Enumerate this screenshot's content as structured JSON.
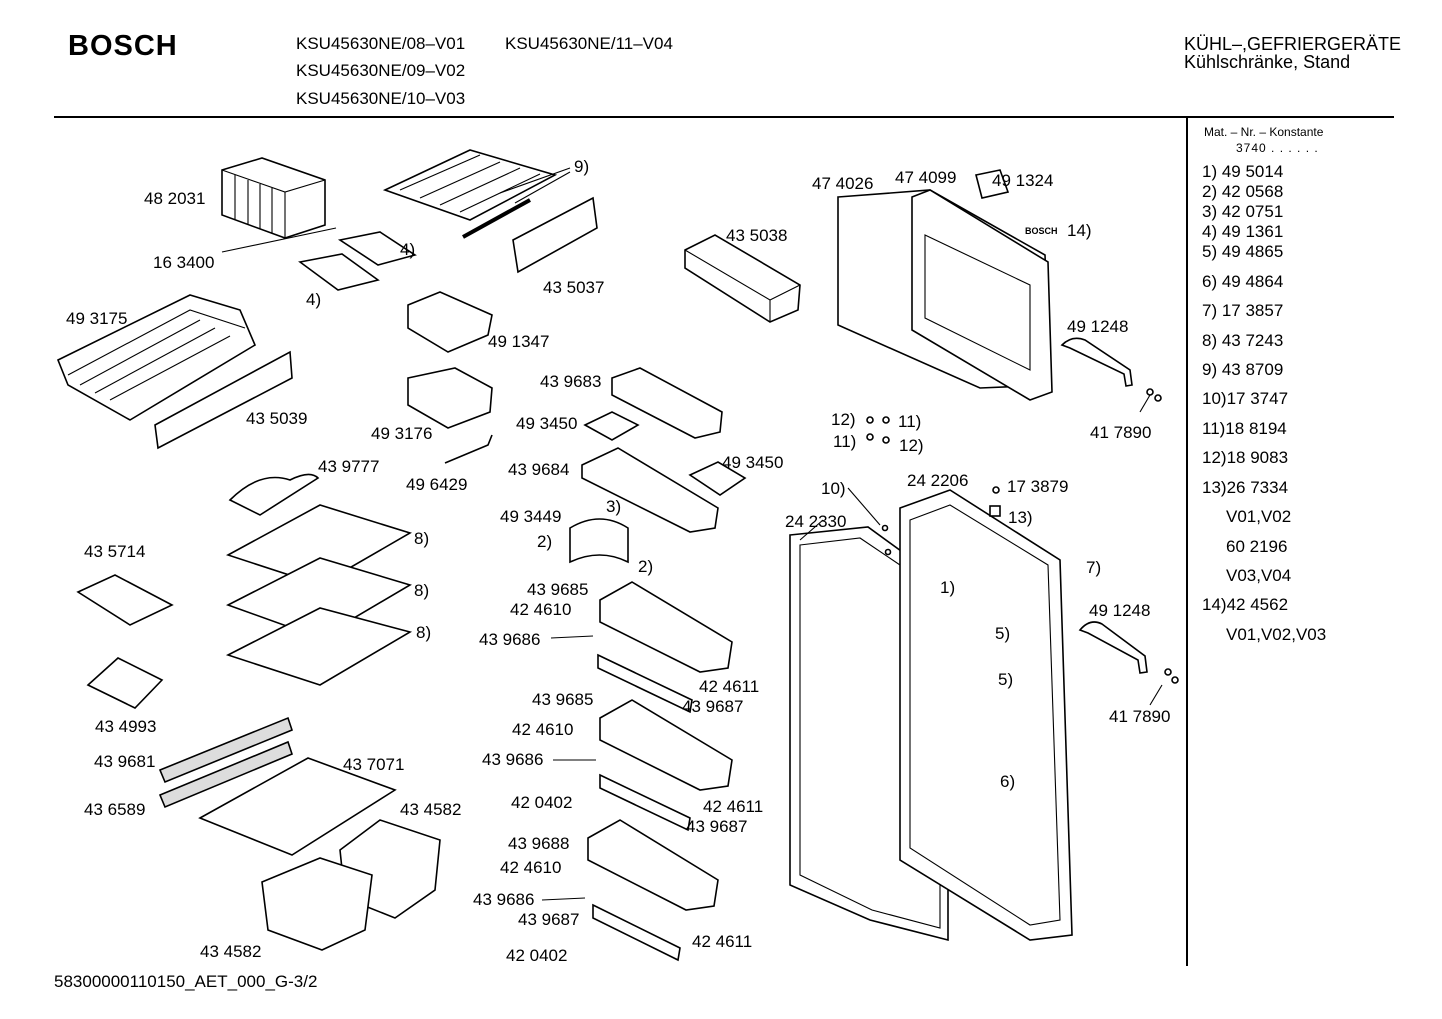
{
  "header": {
    "brand": "BOSCH",
    "models": [
      "KSU45630NE/08–V01",
      "KSU45630NE/11–V04",
      "KSU45630NE/09–V02",
      "KSU45630NE/10–V03"
    ],
    "category_line1": "KÜHL–,GEFRIERGERÄTE",
    "category_line2": "Kühlschränke, Stand"
  },
  "mat_box": {
    "title": "Mat. – Nr. – Konstante",
    "subtitle": "3740 . . . . . ."
  },
  "parts_list": [
    "1)  49 5014",
    "2)  42 0568",
    "3)  42 0751",
    "4)  49 1361",
    "5)  49 4865",
    "6)  49 4864",
    "7)  17 3857",
    "8)  43 7243",
    "9)  43 8709",
    "10)17 3747",
    "11)18 8194",
    "12)18 9083",
    "13)26 7334",
    "V01,V02",
    "60 2196",
    "V03,V04",
    "14)42 4562",
    "V01,V02,V03"
  ],
  "labels": [
    "48 2031",
    "16 3400",
    "49 3175",
    "43 5039",
    "9)",
    "43 5037",
    "4)",
    "4)",
    "49 1347",
    "49 3176",
    "49 6429",
    "43 5038",
    "43 9683",
    "49 3450",
    "43 9684",
    "49 3450",
    "49 3449",
    "3)",
    "2)",
    "2)",
    "43 9777",
    "8)",
    "8)",
    "8)",
    "43 5714",
    "43 4993",
    "43 9681",
    "43 6589",
    "43 7071",
    "43 4582",
    "43 4582",
    "43 9685",
    "42 4610",
    "43 9686",
    "42 4611",
    "43 9687",
    "43 9685",
    "42 4610",
    "43 9686",
    "42 0402",
    "42 4611",
    "43 9687",
    "43 9688",
    "42 4610",
    "43 9686",
    "43 9687",
    "42 0402",
    "42 4611",
    "47 4026",
    "47 4099",
    "49 1324",
    "14)",
    "49 1248",
    "41 7890",
    "12)",
    "11)",
    "11)",
    "12)",
    "10)",
    "24 2206",
    "17 3879",
    "13)",
    "24 2330",
    "7)",
    "1)",
    "5)",
    "5)",
    "6)",
    "49 1248",
    "41 7890"
  ],
  "door_logo": "BOSCH",
  "footer": "58300000110150_AET_000_G-3/2"
}
